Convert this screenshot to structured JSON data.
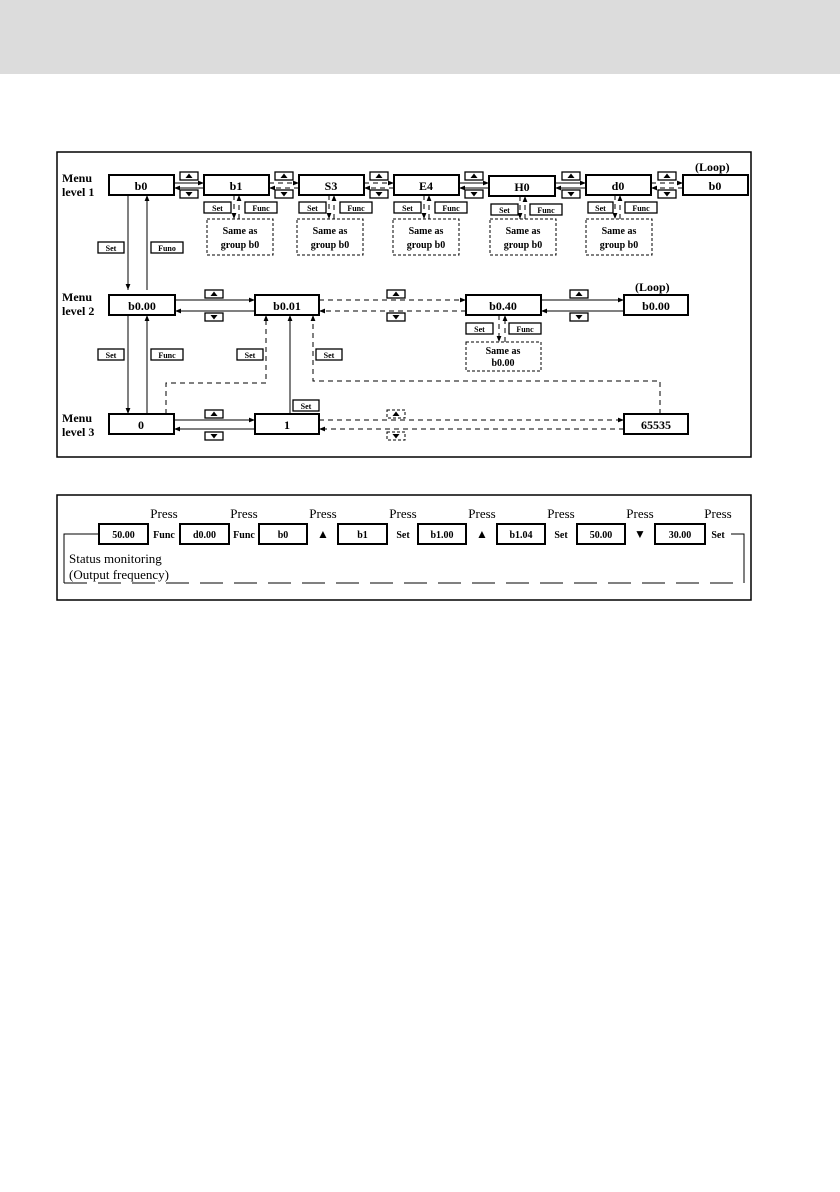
{
  "diagram1": {
    "level_labels": [
      {
        "line1": "Menu",
        "line2": "level 1"
      },
      {
        "line1": "Menu",
        "line2": "level 2"
      },
      {
        "line1": "Menu",
        "line2": "level 3"
      }
    ],
    "level1_boxes": [
      "b0",
      "b1",
      "S3",
      "E4",
      "H0",
      "d0",
      "b0"
    ],
    "level2_boxes": [
      "b0.00",
      "b0.01",
      "b0.40",
      "b0.00"
    ],
    "level3_boxes": [
      "0",
      "1",
      "65535"
    ],
    "loop_label": "(Loop)",
    "set_label": "Set",
    "func_label": "Func",
    "func_label_alt": "Funo",
    "same_group_line1": "Same as",
    "same_group_line2": "group b0",
    "same_b000_line2": "b0.00"
  },
  "diagram2": {
    "press_label": "Press",
    "boxes": [
      "50.00",
      "d0.00",
      "b0",
      "b1",
      "b1.00",
      "b1.04",
      "50.00",
      "30.00"
    ],
    "keys": [
      "Func",
      "Func",
      "▲",
      "Set",
      "▲",
      "Set",
      "▼",
      "Set"
    ],
    "status_line1": "Status monitoring",
    "status_line2": "(Output frequency)"
  }
}
